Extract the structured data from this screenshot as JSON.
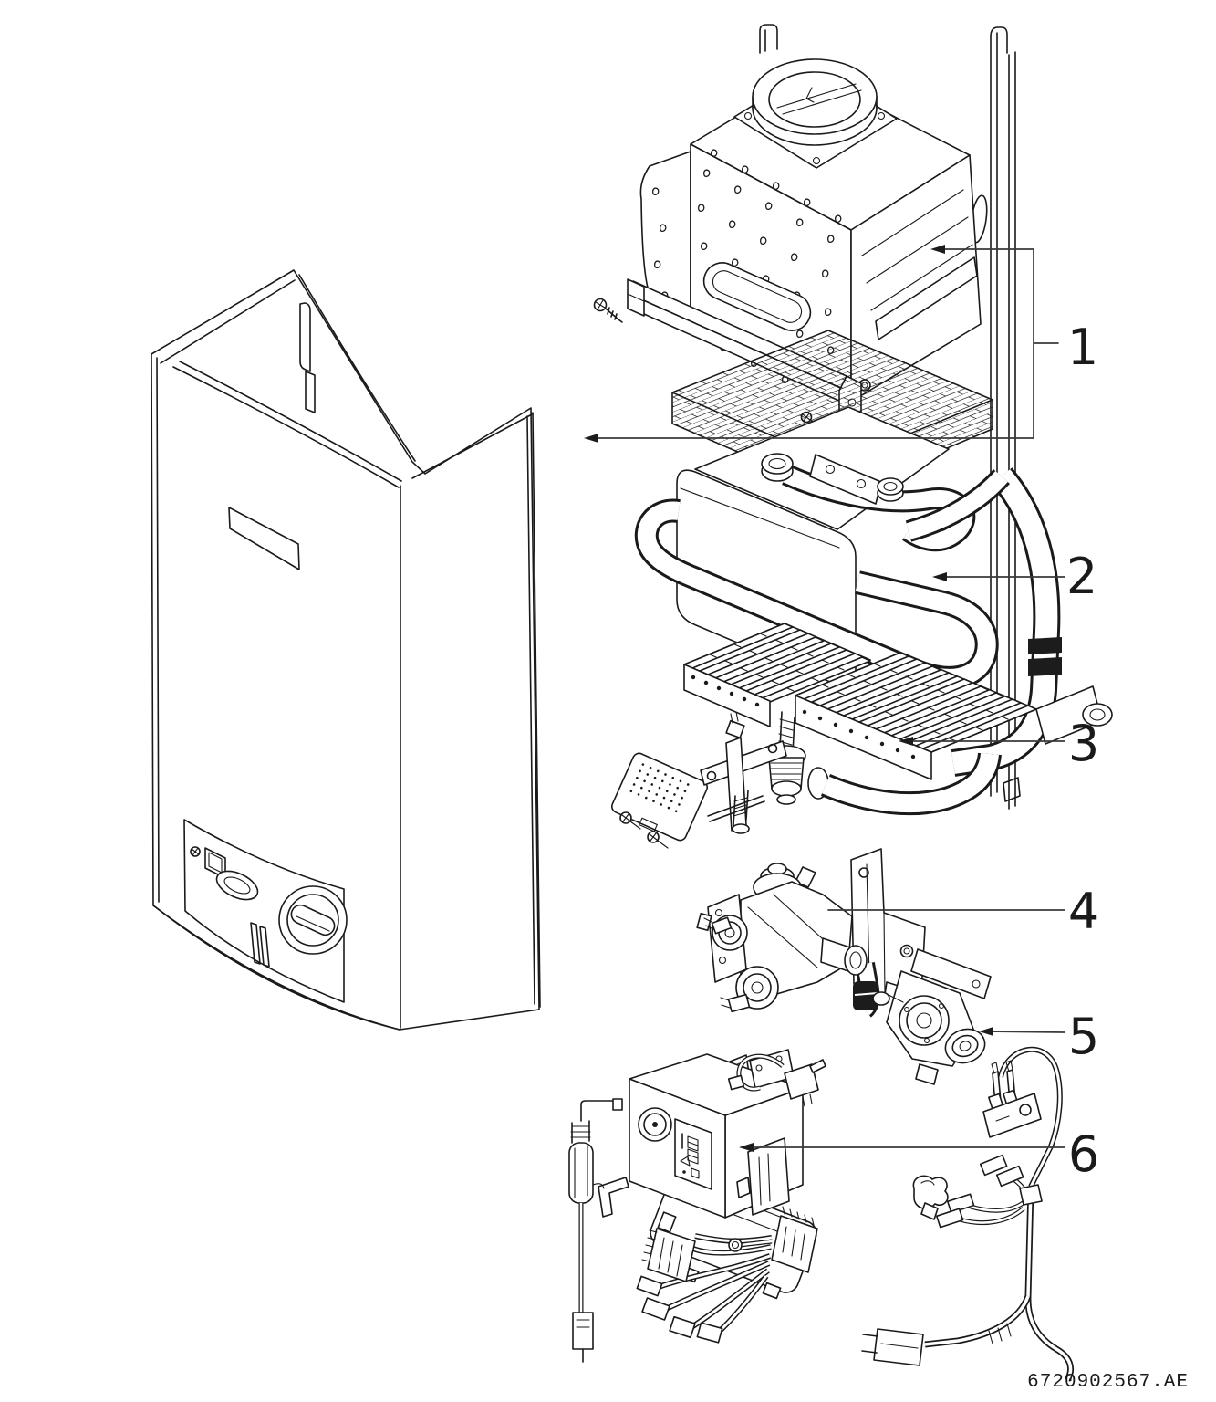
{
  "figure": {
    "type": "exploded-view parts diagram",
    "subject": "wall-mounted gas tankless water heater",
    "background_color": "#ffffff",
    "line_color": "#1a1a1a",
    "document_code": "6720902567.AE",
    "callouts": [
      {
        "number": "1",
        "part": "combustion-chamber-heat-cell-assembly"
      },
      {
        "number": "2",
        "part": "water-heat-exchanger-with-piping"
      },
      {
        "number": "3",
        "part": "burner-assembly"
      },
      {
        "number": "4",
        "part": "water-valve-assembly"
      },
      {
        "number": "5",
        "part": "gas-valve"
      },
      {
        "number": "6",
        "part": "control-unit-with-ignition-module"
      }
    ]
  }
}
